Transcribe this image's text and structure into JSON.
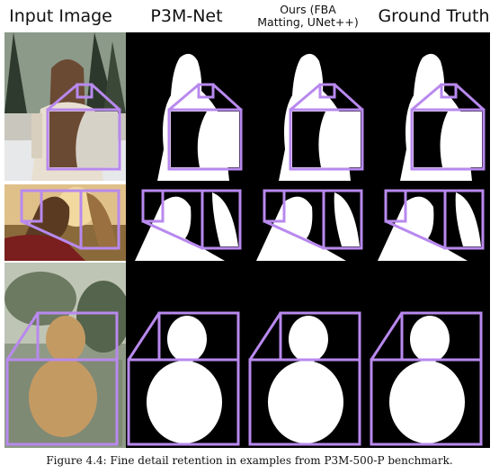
{
  "headers": {
    "input": "Input Image",
    "p3m": "P3M-Net",
    "ours": "Ours (FBA Matting, UNet++)",
    "ours_line1": "Ours (FBA",
    "ours_line2": "Matting, UNet++)",
    "gt": "Ground Truth"
  },
  "caption": "Figure 4.4: Fine detail retention in examples from P3M-500-P benchmark.",
  "colors": {
    "highlight": "#b889ee",
    "mask_bg": "#000000",
    "mask_fg": "#ffffff"
  }
}
